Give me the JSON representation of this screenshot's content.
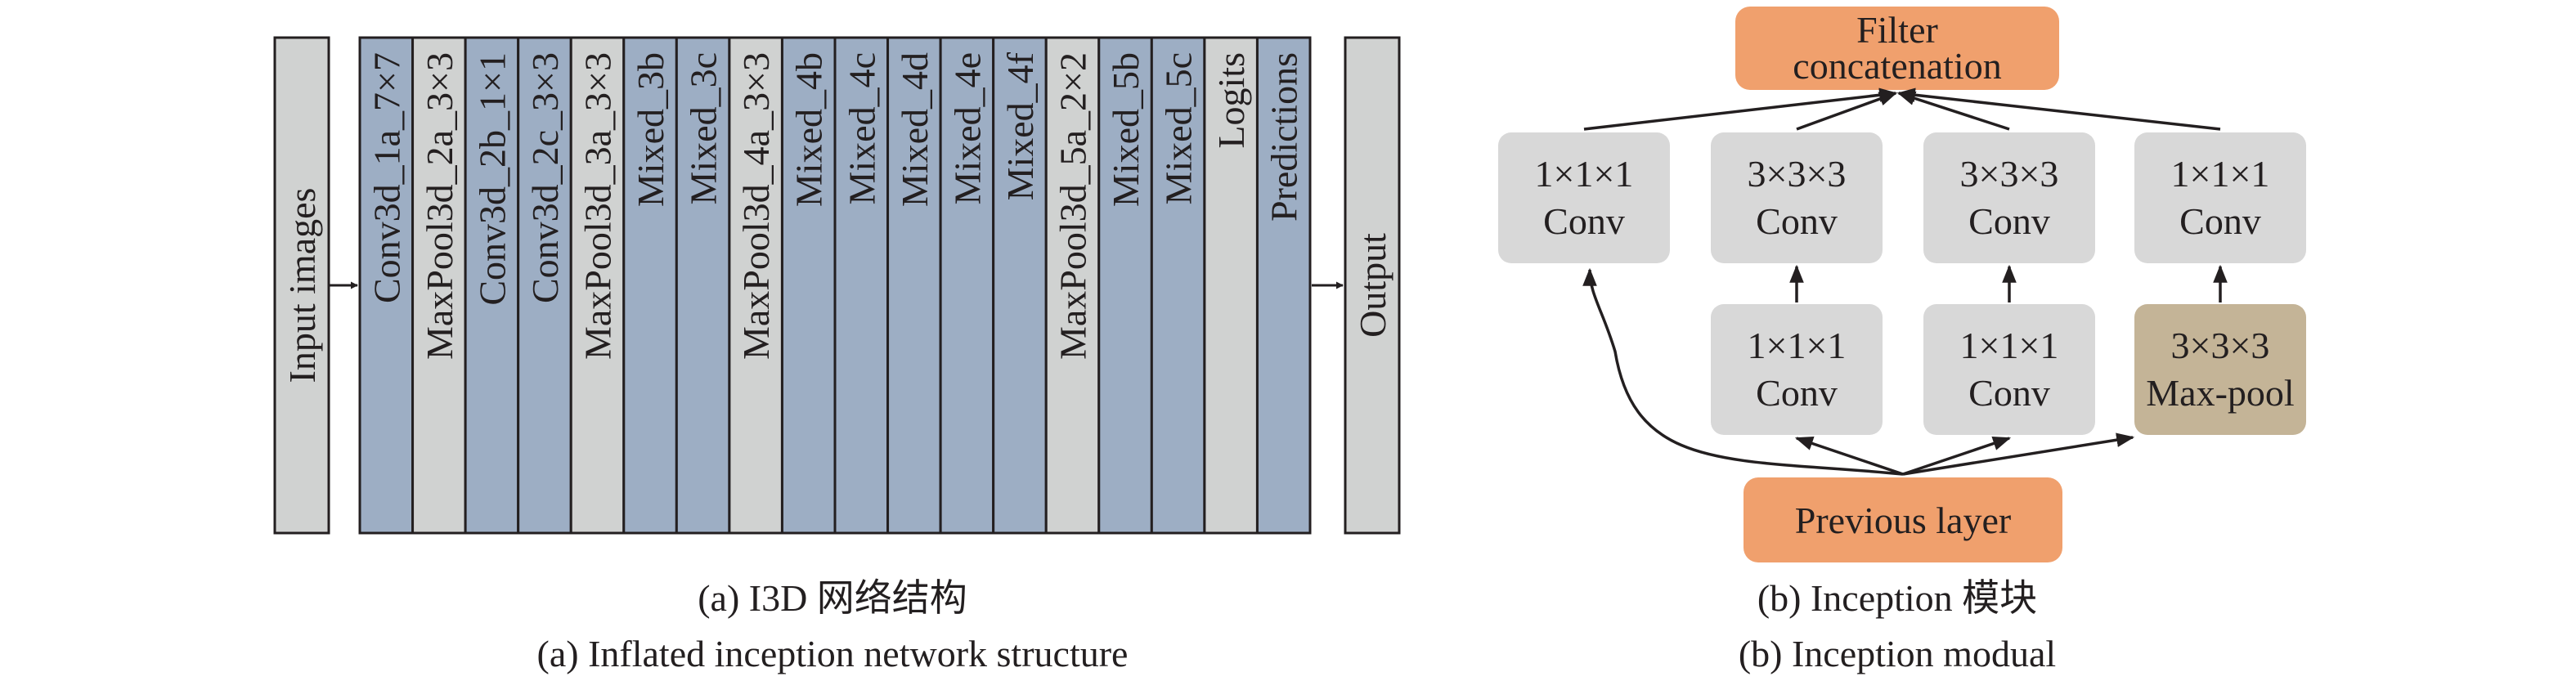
{
  "panel_a": {
    "input_label": "Input images",
    "output_label": "Output",
    "layers": [
      {
        "label": "Conv3d_1a_7×7",
        "kind": "conv"
      },
      {
        "label": "MaxPool3d_2a_3×3",
        "kind": "pool"
      },
      {
        "label": "Conv3d_2b_1×1",
        "kind": "conv"
      },
      {
        "label": "Conv3d_2c_3×3",
        "kind": "conv"
      },
      {
        "label": "MaxPool3d_3a_3×3",
        "kind": "pool"
      },
      {
        "label": "Mixed_3b",
        "kind": "conv"
      },
      {
        "label": "Mixed_3c",
        "kind": "conv"
      },
      {
        "label": "MaxPool3d_4a_3×3",
        "kind": "pool"
      },
      {
        "label": "Mixed_4b",
        "kind": "conv"
      },
      {
        "label": "Mixed_4c",
        "kind": "conv"
      },
      {
        "label": "Mixed_4d",
        "kind": "conv"
      },
      {
        "label": "Mixed_4e",
        "kind": "conv"
      },
      {
        "label": "Mixed_4f",
        "kind": "conv"
      },
      {
        "label": "MaxPool3d_5a_2×2",
        "kind": "pool"
      },
      {
        "label": "Mixed_5b",
        "kind": "conv"
      },
      {
        "label": "Mixed_5c",
        "kind": "conv"
      },
      {
        "label": "Logits",
        "kind": "pool"
      },
      {
        "label": "Predictions",
        "kind": "conv"
      }
    ],
    "caption_cn": "(a) I3D 网络结构",
    "caption_en": "(a) Inflated inception network structure"
  },
  "panel_b": {
    "filter_concat": {
      "line1": "Filter",
      "line2": "concatenation"
    },
    "top_row": [
      {
        "line1": "1×1×1",
        "line2": "Conv"
      },
      {
        "line1": "3×3×3",
        "line2": "Conv"
      },
      {
        "line1": "3×3×3",
        "line2": "Conv"
      },
      {
        "line1": "1×1×1",
        "line2": "Conv"
      }
    ],
    "bottom_row": [
      {
        "line1": "1×1×1",
        "line2": "Conv"
      },
      {
        "line1": "1×1×1",
        "line2": "Conv"
      },
      {
        "line1": "3×3×3",
        "line2": "Max-pool"
      }
    ],
    "previous_layer": "Previous layer",
    "caption_cn": "(b) Inception 模块",
    "caption_en": "(b) Inception modual"
  },
  "colors": {
    "conv_layer": "#9daec4",
    "pool_layer": "#d0d2d1",
    "io_box": "#d0d2d1",
    "orange": "#f0a06d",
    "gray_box": "#d8d8d8",
    "maxpool_box": "#c4b497"
  }
}
